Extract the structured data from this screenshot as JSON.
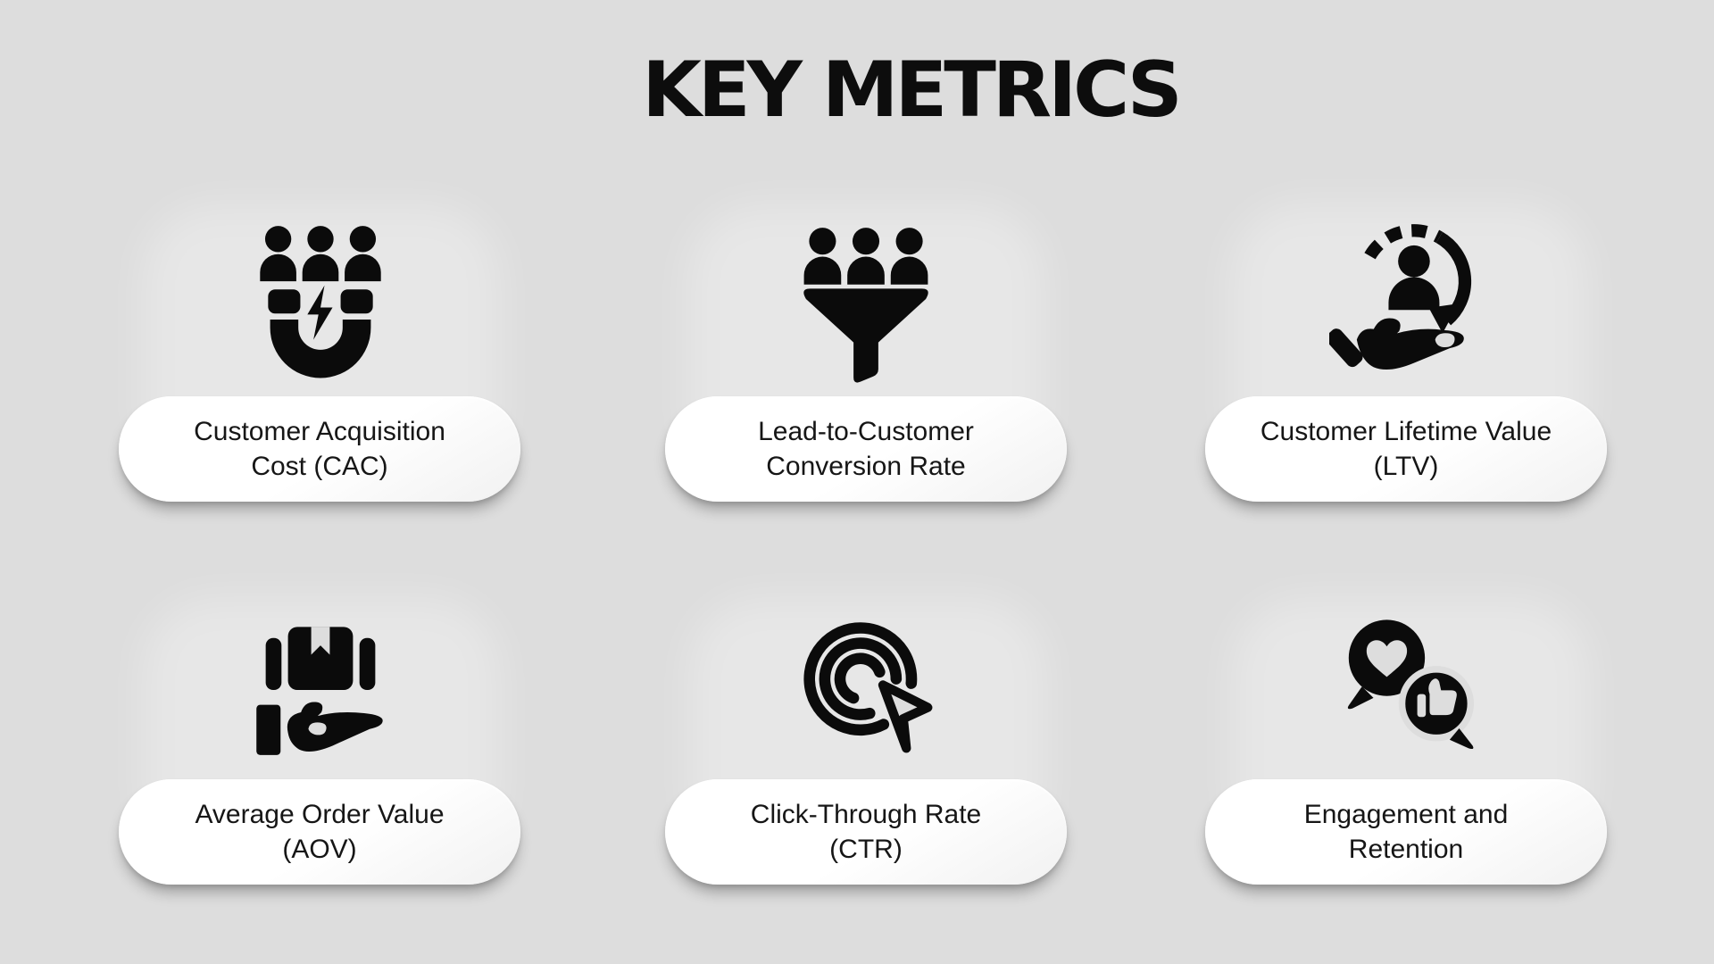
{
  "app": {
    "background_color": "#dddddd",
    "icon_color": "#0b0b0b",
    "pill_background": "#ffffff",
    "text_color": "#161616"
  },
  "header": {
    "title": "KEY METRICS"
  },
  "metrics": [
    {
      "icon": "magnet-attract-customers-icon",
      "label1": "Customer Acquisition",
      "label2": "Cost (CAC)"
    },
    {
      "icon": "lead-funnel-icon",
      "label1": "Lead-to-Customer",
      "label2": "Conversion Rate"
    },
    {
      "icon": "customer-lifetime-loop-hand-icon",
      "label1": "Customer Lifetime Value",
      "label2": "(LTV)"
    },
    {
      "icon": "hand-holding-package-icon",
      "label1": "Average Order Value",
      "label2": "(AOV)"
    },
    {
      "icon": "click-target-cursor-icon",
      "label1": "Click-Through Rate",
      "label2": "(CTR)"
    },
    {
      "icon": "heart-thumbsup-bubbles-icon",
      "label1": "Engagement and",
      "label2": "Retention"
    }
  ]
}
